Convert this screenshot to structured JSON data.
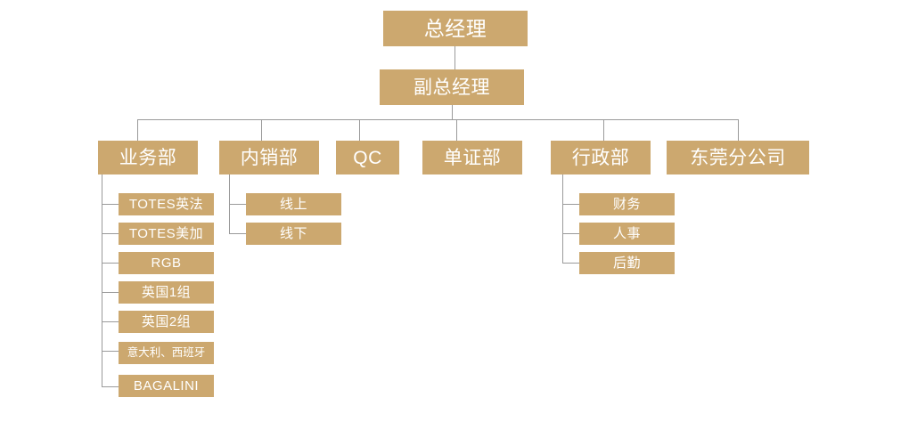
{
  "chart": {
    "title_node": {
      "label": "总经理"
    },
    "styles": {
      "box_fill": "#cca86f",
      "box_text": "#ffffff",
      "connector_color": "#9a9a9a",
      "background": "#ffffff"
    },
    "levels": {
      "level1": {
        "label": "总经理"
      },
      "level2": {
        "label": "副总经理"
      },
      "departments": [
        {
          "label": "业务部"
        },
        {
          "label": "内销部"
        },
        {
          "label": "QC"
        },
        {
          "label": "单证部"
        },
        {
          "label": "行政部"
        },
        {
          "label": "东莞分公司"
        }
      ],
      "sales_teams": [
        {
          "label": "TOTES英法"
        },
        {
          "label": "TOTES美加"
        },
        {
          "label": "RGB"
        },
        {
          "label": "英国1组"
        },
        {
          "label": "英国2组"
        },
        {
          "label": "意大利、西班牙"
        },
        {
          "label": "BAGALINI"
        }
      ],
      "domestic_teams": [
        {
          "label": "线上"
        },
        {
          "label": "线下"
        }
      ],
      "admin_teams": [
        {
          "label": "财务"
        },
        {
          "label": "人事"
        },
        {
          "label": "后勤"
        }
      ]
    }
  }
}
